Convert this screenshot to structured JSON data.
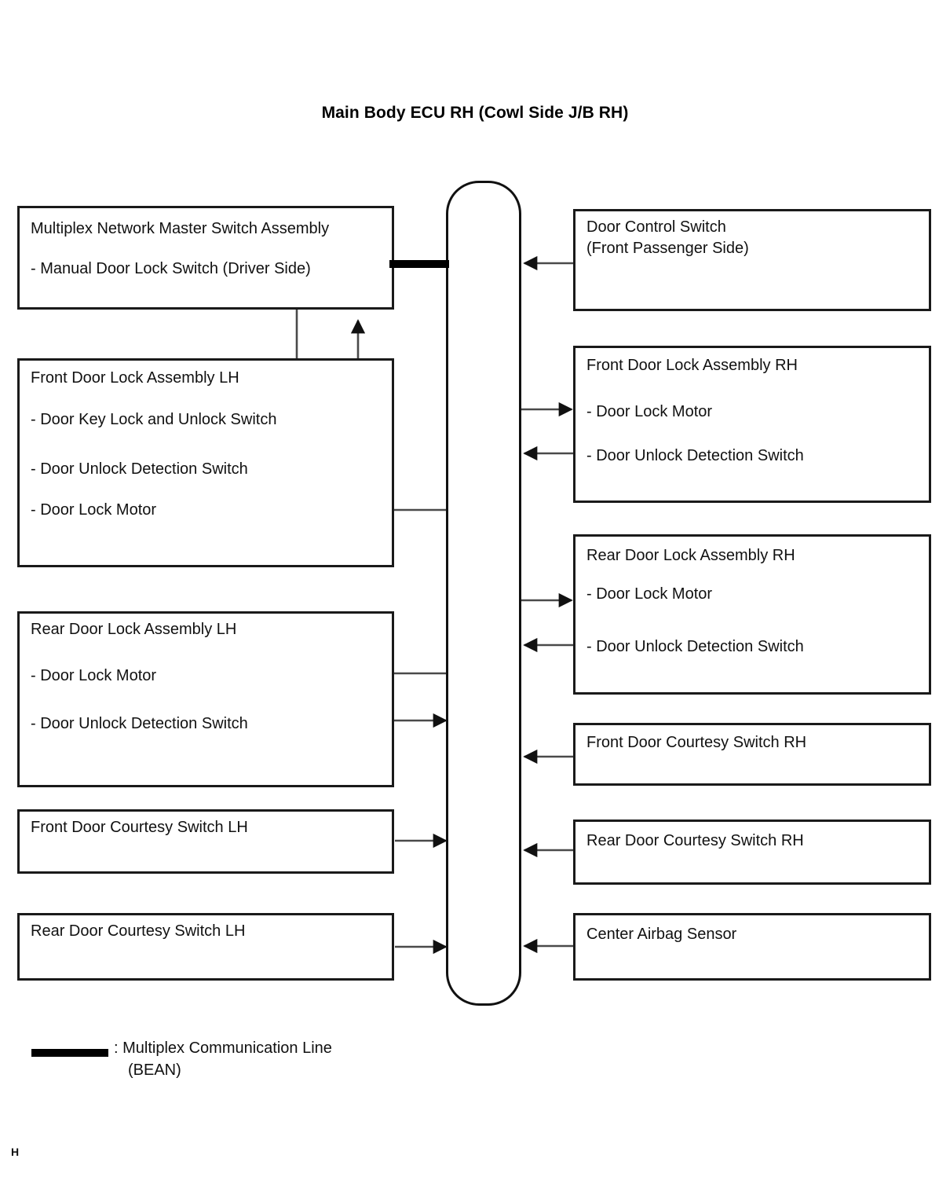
{
  "diagram": {
    "title": "Main Body ECU RH (Cowl Side J/B RH)",
    "type": "block-diagram",
    "footer_mark": "H"
  },
  "ecu_bus": {
    "name": "Main Body ECU RH (Cowl Side J/B RH)",
    "shape": "stadium"
  },
  "left_nodes": [
    {
      "id": "multiplex-network-master-switch-assembly",
      "title": "Multiplex Network Master Switch Assembly",
      "items": [
        "- Manual Door Lock Switch (Driver Side)"
      ]
    },
    {
      "id": "front-door-lock-assembly-lh",
      "title": "Front Door Lock Assembly LH",
      "items": [
        "- Door Key Lock and Unlock Switch",
        "- Door Unlock Detection Switch",
        "- Door Lock Motor"
      ]
    },
    {
      "id": "rear-door-lock-assembly-lh",
      "title": "Rear Door Lock Assembly LH",
      "items": [
        "- Door Lock Motor",
        "- Door Unlock Detection Switch"
      ]
    },
    {
      "id": "front-door-courtesy-switch-lh",
      "title": "Front Door Courtesy Switch LH",
      "items": []
    },
    {
      "id": "rear-door-courtesy-switch-lh",
      "title": "Rear Door Courtesy Switch LH",
      "items": []
    }
  ],
  "right_nodes": [
    {
      "id": "door-control-switch-front-passenger-side",
      "title": "Door Control Switch",
      "subtitle": "(Front Passenger Side)",
      "items": []
    },
    {
      "id": "front-door-lock-assembly-rh",
      "title": "Front Door Lock Assembly RH",
      "items": [
        "- Door Lock Motor",
        "- Door Unlock Detection Switch"
      ]
    },
    {
      "id": "rear-door-lock-assembly-rh",
      "title": "Rear Door Lock Assembly RH",
      "items": [
        "- Door Lock Motor",
        "- Door Unlock Detection Switch"
      ]
    },
    {
      "id": "front-door-courtesy-switch-rh",
      "title": "Front Door Courtesy Switch RH",
      "items": []
    },
    {
      "id": "rear-door-courtesy-switch-rh",
      "title": "Rear Door Courtesy Switch RH",
      "items": []
    },
    {
      "id": "center-airbag-sensor",
      "title": "Center Airbag Sensor",
      "items": []
    }
  ],
  "legend": {
    "symbol": "thick-solid-line",
    "line_1": ": Multiplex Communication Line",
    "line_2": "(BEAN)"
  },
  "colors": {
    "line": "#111111",
    "box_border": "#1a1a1a",
    "background": "#ffffff",
    "bean_line": "#000000",
    "connector": "#4a4a4a"
  }
}
